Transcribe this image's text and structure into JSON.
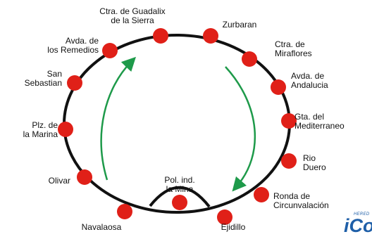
{
  "route": {
    "stops": [
      {
        "id": "guadalix",
        "label": "Ctra. de Guadalix\nde la Sierra"
      },
      {
        "id": "zurbaran",
        "label": "Zurbaran"
      },
      {
        "id": "miraflores",
        "label": "Ctra. de\nMiraflores"
      },
      {
        "id": "andalucia",
        "label": "Avda. de\nAndalucia"
      },
      {
        "id": "mediterraneo",
        "label": "Gta. del\nMediterraneo"
      },
      {
        "id": "rio-duero",
        "label": "Rio\nDuero"
      },
      {
        "id": "circunvalacion",
        "label": "Ronda de\nCircunvalación"
      },
      {
        "id": "ejidillo",
        "label": "Ejidillo"
      },
      {
        "id": "pol-ind",
        "label": "Pol. ind.\nla Mina"
      },
      {
        "id": "navalaosa",
        "label": "Navalaosa"
      },
      {
        "id": "olivar",
        "label": "Olivar"
      },
      {
        "id": "plz-marina",
        "label": "Plz. de\nla Marina"
      },
      {
        "id": "san-sebastian",
        "label": "San\nSebastian"
      },
      {
        "id": "remedios",
        "label": "Avda. de\nlos Remedios"
      }
    ],
    "colors": {
      "ring": "#111111",
      "stop": "#e02018",
      "arrow": "#1e9a4a"
    }
  },
  "logo": {
    "small_text": "HERED",
    "big_text": "iCol"
  }
}
